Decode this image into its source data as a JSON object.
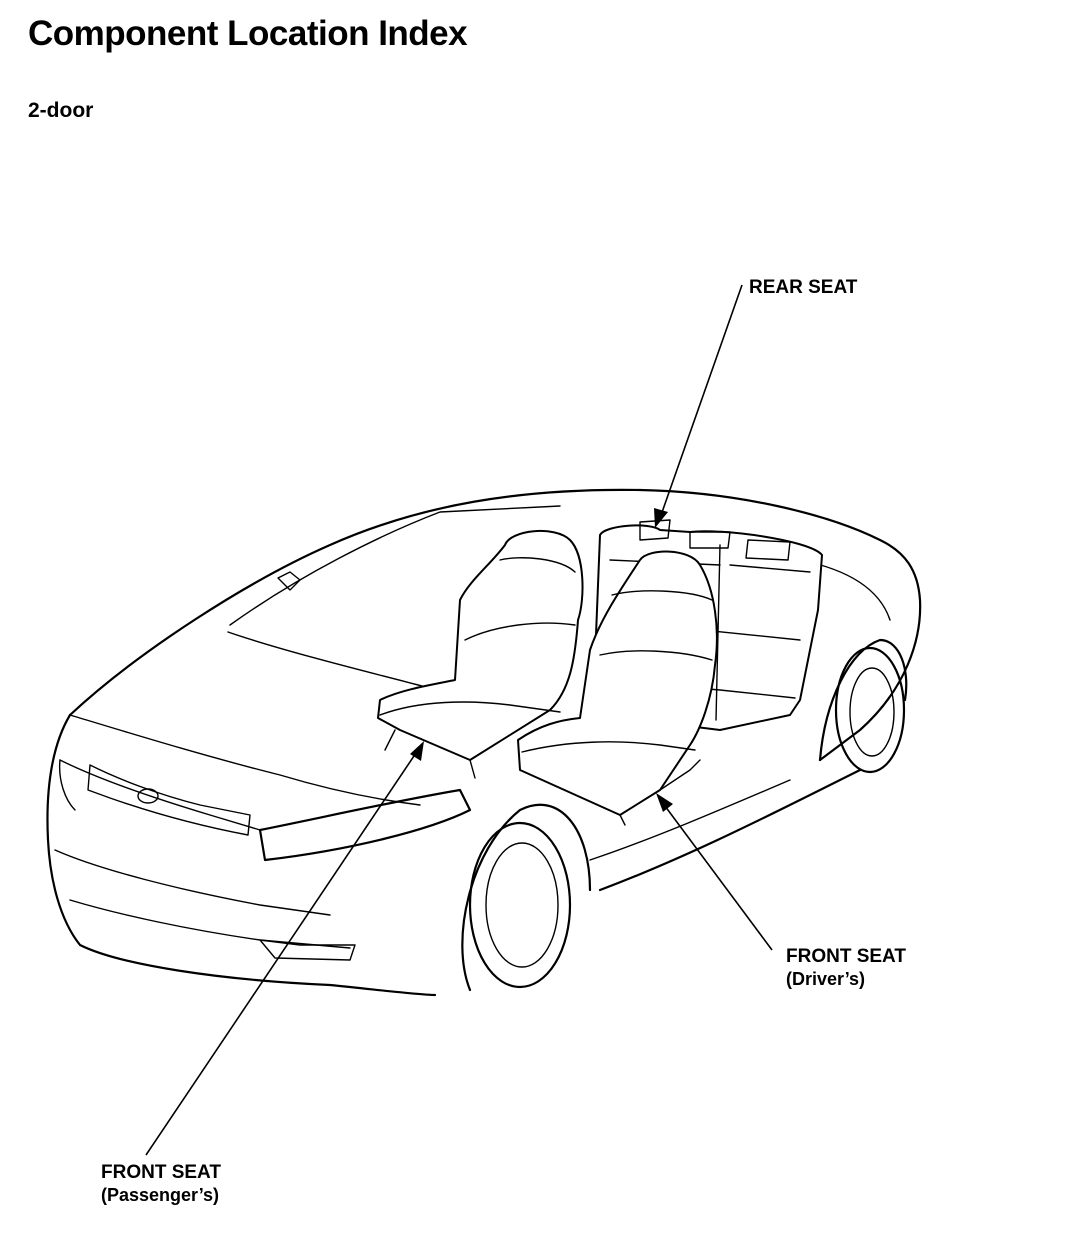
{
  "page": {
    "title": "Component Location Index",
    "subtitle": "2-door"
  },
  "callouts": {
    "rear_seat": "REAR SEAT",
    "front_seat_driver": {
      "line1": "FRONT SEAT",
      "line2": "(Driver’s)"
    },
    "front_seat_passenger": {
      "line1": "FRONT SEAT",
      "line2": "(Passenger’s)"
    }
  }
}
